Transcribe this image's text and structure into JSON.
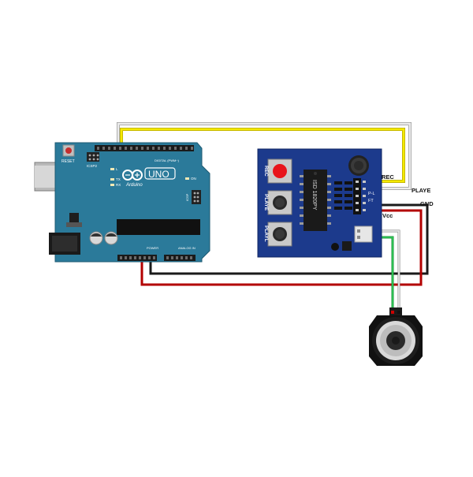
{
  "arduino": {
    "reset_label": "RESET",
    "icsp2_label": "ICSP2",
    "digital_label": "DIGITAL (PWM~)",
    "on_label": "ON",
    "l_label": "L",
    "tx_label": "TX",
    "rx_label": "RX",
    "brand_label": "Arduino",
    "uno_label": "UNO",
    "icsp_label": "ICSP",
    "power_label": "POWER",
    "analog_label": "ANALOG IN"
  },
  "module": {
    "chip_label": "ISD 1820PY",
    "button_labels": [
      "REC",
      "PLAYE",
      "PLAYL"
    ],
    "pin_labels": [
      "P-L",
      "FT"
    ]
  },
  "connections": {
    "rec": "REC",
    "playe": "PLAYE",
    "gnd": "GND",
    "vcc": "Vcc"
  },
  "colors": {
    "arduino_board": "#2b7a9a",
    "module_board": "#1c3a8c",
    "wire_yellow": "#f2e500",
    "wire_white": "#d9d9d9",
    "wire_black": "#222222",
    "wire_red": "#b30000",
    "wire_green": "#22b04a",
    "rec_button": "#e8141b"
  }
}
